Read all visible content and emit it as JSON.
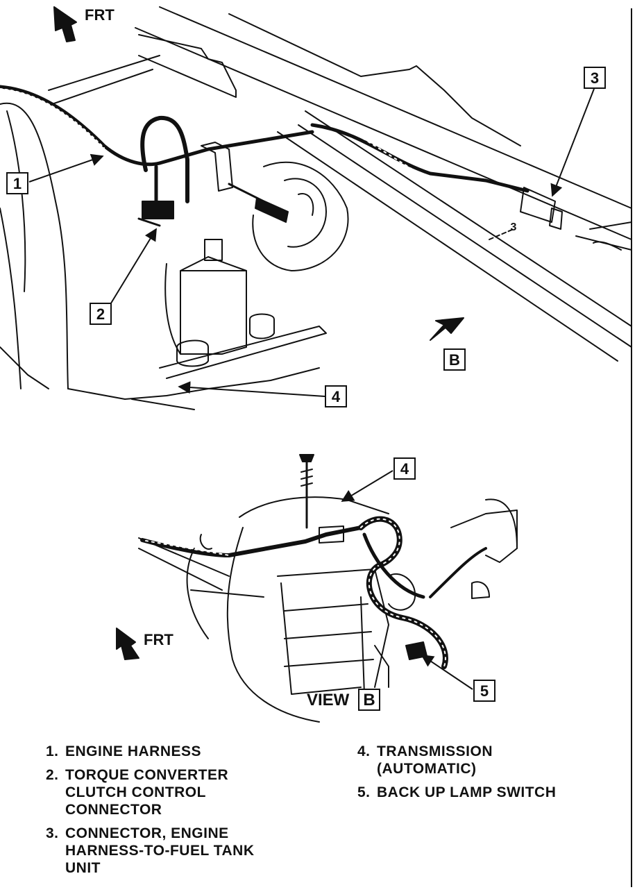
{
  "direction_label": "FRT",
  "view_label": "VIEW",
  "view_letter": "B",
  "view_marker_letter": "B",
  "callouts": {
    "c1": "1",
    "c2": "2",
    "c3": "3",
    "c4_top": "4",
    "c4_bottom": "4",
    "c5": "5",
    "c3_small": "3"
  },
  "legend": [
    {
      "num": "1.",
      "text": "ENGINE HARNESS"
    },
    {
      "num": "2.",
      "text": "TORQUE CONVERTER\nCLUTCH CONTROL\nCONNECTOR"
    },
    {
      "num": "3.",
      "text": "CONNECTOR, ENGINE\nHARNESS-TO-FUEL TANK\nUNIT"
    },
    {
      "num": "4.",
      "text": "TRANSMISSION\n(AUTOMATIC)"
    },
    {
      "num": "5.",
      "text": "BACK UP LAMP SWITCH"
    }
  ]
}
